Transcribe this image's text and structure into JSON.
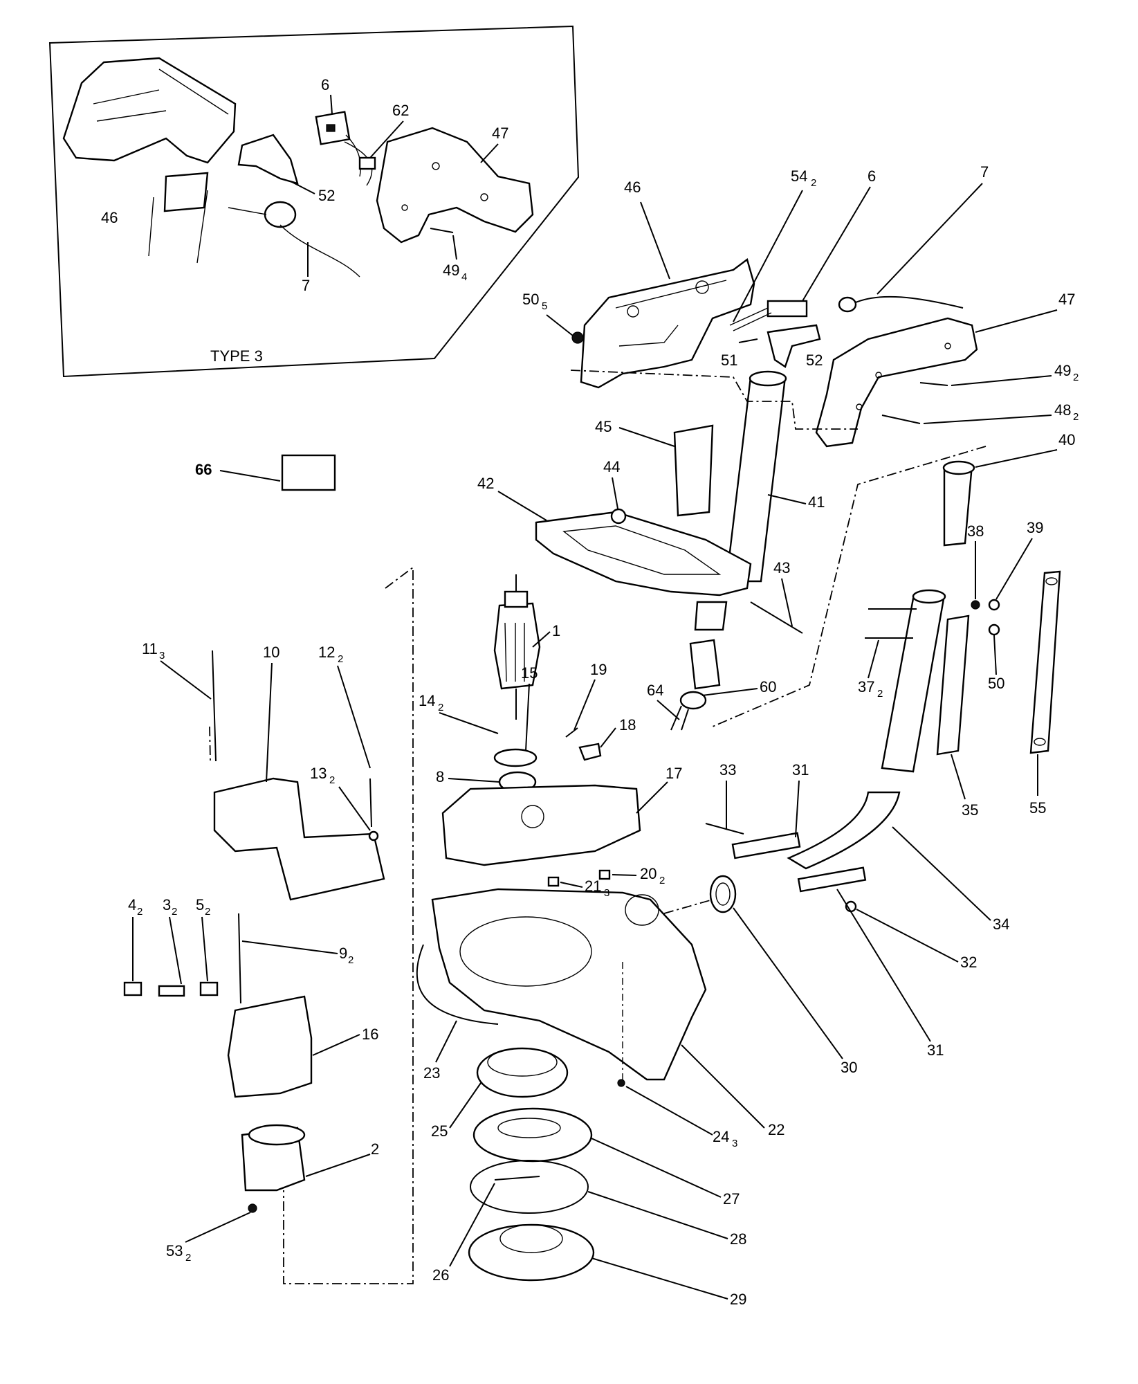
{
  "inset_caption": "TYPE 3",
  "labels": {
    "inset_46": "46",
    "inset_52": "52",
    "inset_6": "6",
    "inset_62": "62",
    "inset_47": "47",
    "inset_7": "7",
    "inset_49": "49",
    "inset_49_sub": "4",
    "p46": "46",
    "p54": "54",
    "p54_sub": "2",
    "p6": "6",
    "p7": "7",
    "p47": "47",
    "p50a": "50",
    "p50a_sub": "5",
    "p51": "51",
    "p52": "52",
    "p49": "49",
    "p49_sub": "2",
    "p48": "48",
    "p48_sub": "2",
    "p45": "45",
    "p66": "66",
    "p44": "44",
    "p42": "42",
    "p41": "41",
    "p40": "40",
    "p38": "38",
    "p39": "39",
    "p43": "43",
    "p11": "11",
    "p11_sub": "3",
    "p10": "10",
    "p12": "12",
    "p12_sub": "2",
    "p1": "1",
    "p14": "14",
    "p14_sub": "2",
    "p15": "15",
    "p19": "19",
    "p18": "18",
    "p64": "64",
    "p60": "60",
    "p37": "37",
    "p37_sub": "2",
    "p50": "50",
    "p55": "55",
    "p13": "13",
    "p13_sub": "2",
    "p8": "8",
    "p17": "17",
    "p33": "33",
    "p31a": "31",
    "p35": "35",
    "p21": "21",
    "p21_sub": "3",
    "p20": "20",
    "p20_sub": "2",
    "p34": "34",
    "p4": "4",
    "p4_sub": "2",
    "p3": "3",
    "p3_sub": "2",
    "p5": "5",
    "p5_sub": "2",
    "p9": "9",
    "p9_sub": "2",
    "p32": "32",
    "p16": "16",
    "p30": "30",
    "p31b": "31",
    "p23": "23",
    "p22": "22",
    "p25": "25",
    "p24": "24",
    "p24_sub": "3",
    "p2": "2",
    "p27": "27",
    "p53": "53",
    "p53_sub": "2",
    "p28": "28",
    "p26": "26",
    "p29": "29"
  }
}
